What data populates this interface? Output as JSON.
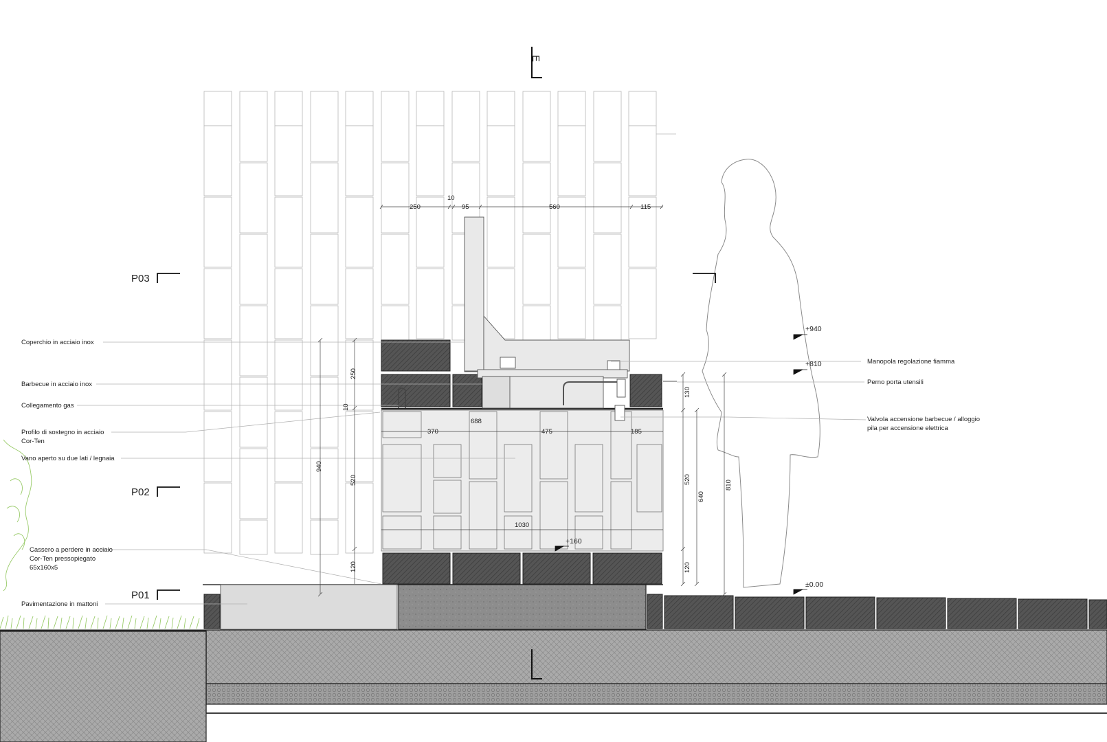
{
  "section_marks": {
    "top": "E",
    "p03": "P03",
    "p02": "P02",
    "p01": "P01"
  },
  "labels": {
    "coperchio": "Coperchio in acciaio inox",
    "barbecue": "Barbecue in acciaio inox",
    "gas": "Collegamento gas",
    "profilo_1": "Profilo di sostegno in acciaio",
    "profilo_2": "Cor-Ten",
    "vano": "Vano aperto su due lati / legnaia",
    "cassero_1": "Cassero a perdere in acciaio",
    "cassero_2": "Cor-Ten pressopiegato",
    "cassero_3": "65x160x5",
    "pavimentazione": "Pavimentazione in mattoni",
    "manopola": "Manopola regolazione fiamma",
    "perno": "Perno porta utensili",
    "valvola_1": "Valvola accensione barbecue / alloggio",
    "valvola_2": "pila per accensione elettrica"
  },
  "dimensions": {
    "top_10": "10",
    "top_250": "250",
    "top_95": "95",
    "top_560": "560",
    "top_115": "115",
    "mid_370": "370",
    "mid_688": "688",
    "mid_475": "475",
    "mid_185": "185",
    "bottom_1030": "1030",
    "left_940": "940",
    "left_250": "250",
    "left_10": "10",
    "left_520": "520",
    "left_120": "120",
    "right_130": "130",
    "right_520": "520",
    "right_640": "640",
    "right_810": "810",
    "right_120": "120"
  },
  "elevations": {
    "e940": "+940",
    "e810": "+810",
    "e160": "+160",
    "e000": "±0.00"
  },
  "colors": {
    "line": "#9a9a9a",
    "dark_brick": "#4a4a4a",
    "concrete": "#8c8c8c",
    "ground": "#a9a9a9",
    "grass": "#a8d27a"
  }
}
